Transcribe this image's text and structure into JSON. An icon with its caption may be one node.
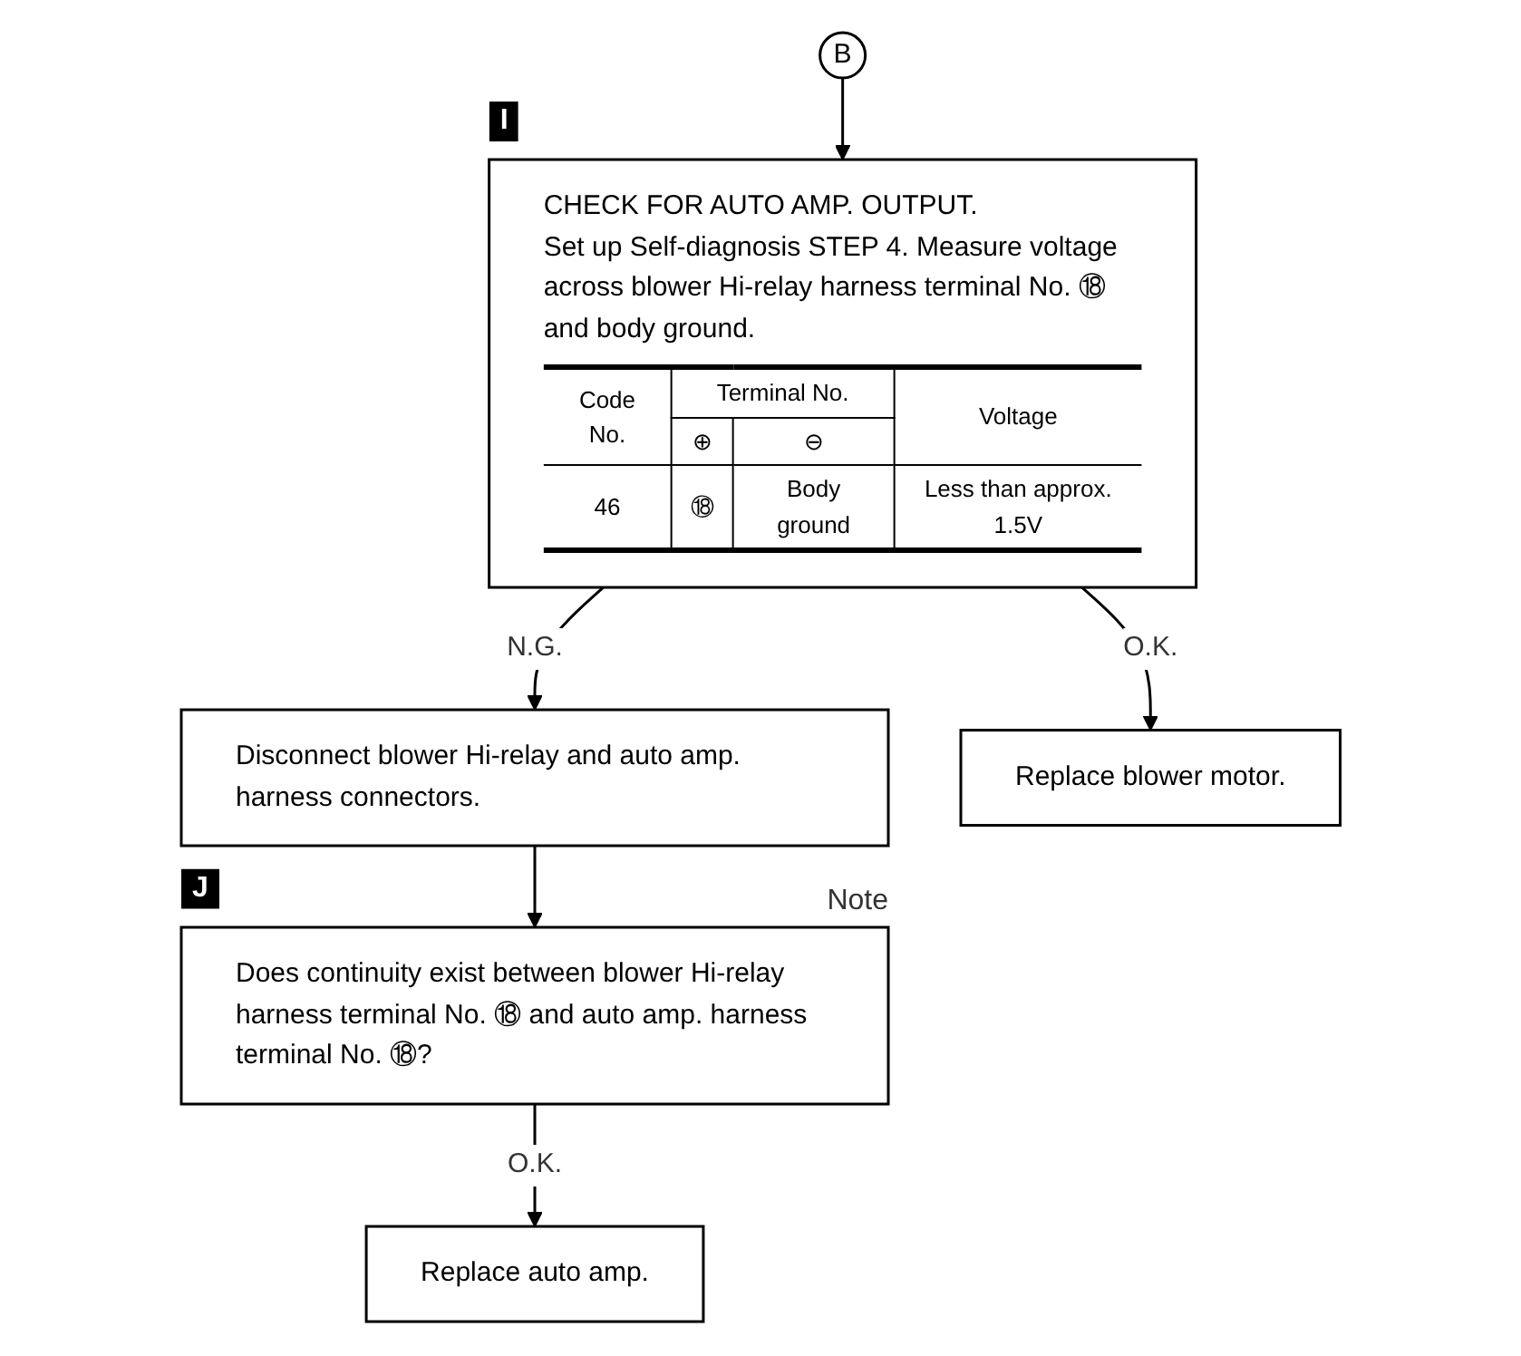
{
  "diagram": {
    "nodes": [
      {
        "text": [
          "B"
        ]
      },
      {
        "text": [
          "CHECK FOR AUTO AMP. OUTPUT.",
          "Set up Self-diagnosis STEP 4. Measure voltage across blower Hi-relay harness terminal No. ⑱ and body ground.",
          "Code No.",
          "Terminal No.",
          "Voltage",
          "⊕",
          "⊖",
          "46",
          "⑱",
          "Body ground",
          "Less than approx. 1.5V"
        ],
        "beside": [
          "I"
        ]
      },
      {
        "text": [
          "Disconnect blower Hi-relay and auto amp. harness connectors."
        ]
      },
      {
        "text": [
          "Does continuity exist between blower Hi-relay harness terminal No. ⑱ and auto amp. harness terminal No. ⑱?"
        ],
        "beside": [
          "J",
          "Note"
        ]
      },
      {
        "text": [
          "Replace auto amp."
        ]
      },
      {
        "text": [
          "Replace blower motor."
        ]
      }
    ],
    "edges": [
      {
        "from": 0,
        "to": 1,
        "arrow": "to"
      },
      {
        "from": 1,
        "to": 2,
        "arrow": "to",
        "label": "N.G."
      },
      {
        "from": 2,
        "to": 3,
        "arrow": "to"
      },
      {
        "from": 3,
        "to": 4,
        "arrow": "to",
        "label": "O.K."
      },
      {
        "from": 1,
        "to": 5,
        "arrow": "to",
        "label": "O.K."
      }
    ]
  }
}
